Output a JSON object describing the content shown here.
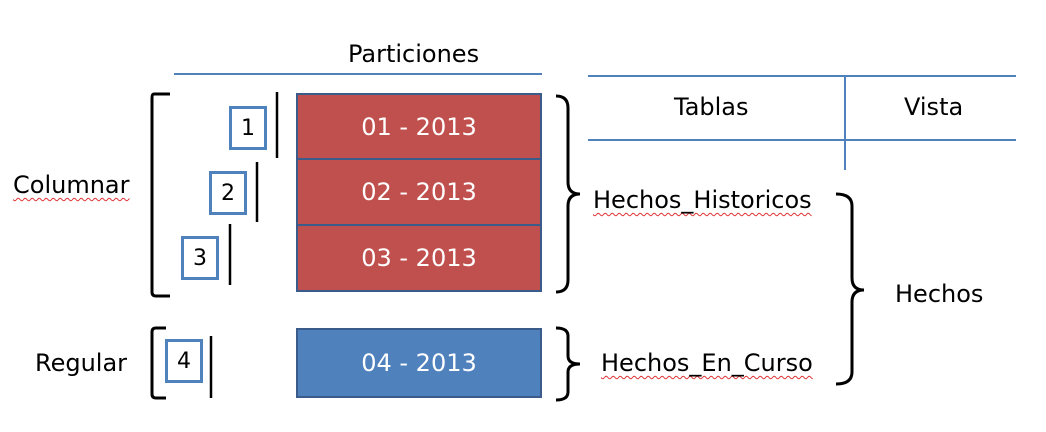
{
  "particiones_title": "Particiones",
  "tablas_label": "Tablas",
  "vista_label": "Vista",
  "columnar_label": "Columnar",
  "regular_label": "Regular",
  "hechos_historicos": "Hechos_Historicos",
  "hechos_en_curso": "Hechos_En_Curso",
  "hechos": "Hechos",
  "partitions": [
    {
      "label": "01 - 2013",
      "number": "1",
      "color": "#c0504d"
    },
    {
      "label": "02 - 2013",
      "number": "2",
      "color": "#c0504d"
    },
    {
      "label": "03 - 2013",
      "number": "3",
      "color": "#c0504d"
    },
    {
      "label": "04 - 2013",
      "number": "4",
      "color": "#4f81bd"
    }
  ],
  "colors": {
    "line": "#4f81bd",
    "red_fill": "#c0504d",
    "blue_fill": "#4f81bd",
    "bracket": "#000000"
  }
}
